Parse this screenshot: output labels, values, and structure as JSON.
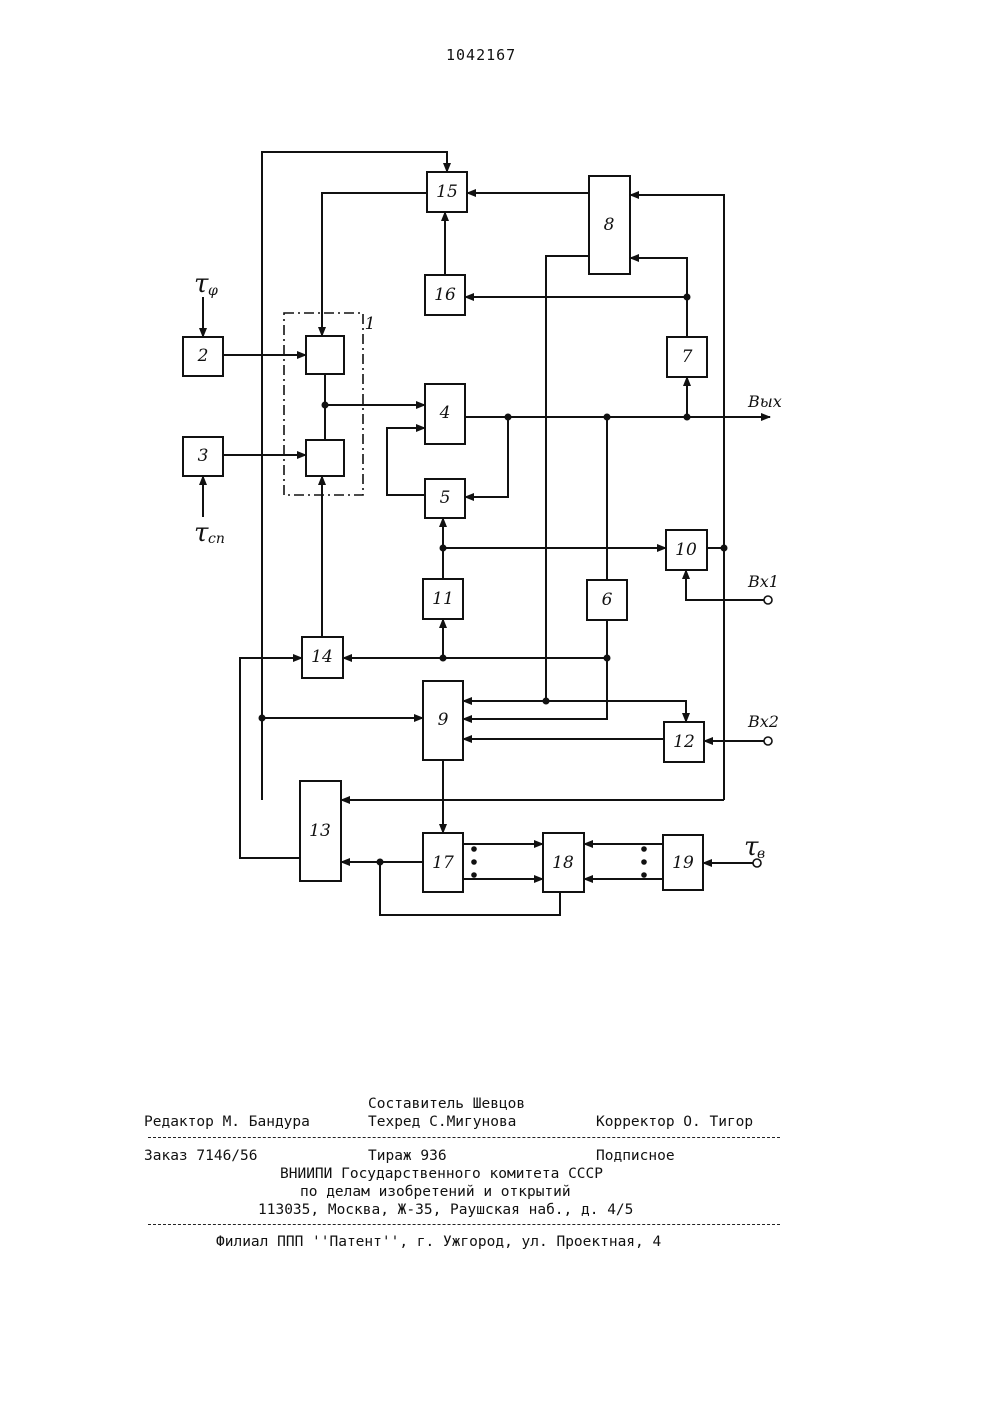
{
  "header": {
    "patent_number": "1042167"
  },
  "diagram": {
    "blocks": [
      {
        "id": "b1",
        "label": "1"
      },
      {
        "id": "b2",
        "label": "2"
      },
      {
        "id": "b3",
        "label": "3"
      },
      {
        "id": "b4",
        "label": "4"
      },
      {
        "id": "b5",
        "label": "5"
      },
      {
        "id": "b6",
        "label": "6"
      },
      {
        "id": "b7",
        "label": "7"
      },
      {
        "id": "b8",
        "label": "8"
      },
      {
        "id": "b9",
        "label": "9"
      },
      {
        "id": "b10",
        "label": "10"
      },
      {
        "id": "b11",
        "label": "11"
      },
      {
        "id": "b12",
        "label": "12"
      },
      {
        "id": "b13",
        "label": "13"
      },
      {
        "id": "b14",
        "label": "14"
      },
      {
        "id": "b15",
        "label": "15"
      },
      {
        "id": "b16",
        "label": "16"
      },
      {
        "id": "b17",
        "label": "17"
      },
      {
        "id": "b18",
        "label": "18"
      },
      {
        "id": "b19",
        "label": "19"
      }
    ],
    "signals": {
      "tau_symbol": "τ",
      "tau_phi_sub": "φ",
      "tau_sp_sub": "сп",
      "tau_v_sub": "в",
      "output": "Вых",
      "input1": "Вх1",
      "input2": "Вх2"
    }
  },
  "imprint": {
    "compiler": "Составитель   Шевцов",
    "editor": "Редактор М. Бандура",
    "techred": "Техред С.Мигунова",
    "corrector": "Корректор О. Тигор",
    "order": "Заказ 7146/56",
    "circulation": "Тираж 936",
    "subscription": "Подписное",
    "org_line1": "ВНИИПИ Государственного комитета СССР",
    "org_line2": "по делам изобретений и открытий",
    "address": "113035, Москва, Ж-35, Раушская наб., д. 4/5",
    "branch": "Филиал ППП ''Патент'', г. Ужгород, ул. Проектная, 4"
  }
}
